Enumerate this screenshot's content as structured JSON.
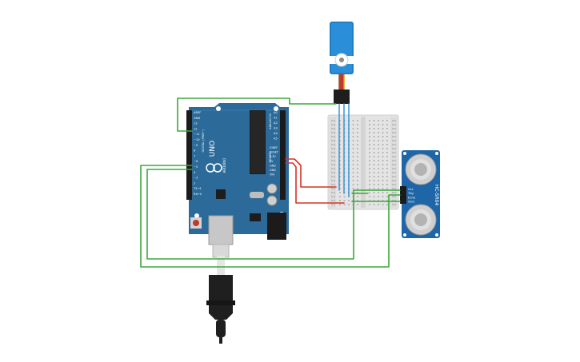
{
  "arduino": {
    "model": "UNO",
    "brand": "ARDUINO",
    "digital_header_label": "DIGITAL (PWM~)",
    "analog_header_label": "ANALOG IN",
    "power_header_label": "POWER",
    "digital_pins": [
      "AREF",
      "GND",
      "13",
      "12",
      "~11",
      "~10",
      "~9",
      "8",
      "7",
      "~6",
      "~5",
      "4",
      "~3",
      "2",
      "TX→1",
      "RX←0"
    ],
    "power_pins": [
      "IOREF",
      "RESET",
      "3.3V",
      "5V",
      "GND",
      "GND",
      "VIN"
    ],
    "analog_pins": [
      "A0",
      "A1",
      "A2",
      "A3",
      "A4",
      "A5"
    ],
    "board_color": "#2b6a99"
  },
  "servo": {
    "color": "#1f7fc4"
  },
  "ultrasonic": {
    "model": "HC-SR04",
    "pins": [
      "Vcc",
      "Trig",
      "Echo",
      "Gnd"
    ],
    "board_color": "#1f66a8"
  },
  "wire_colors": {
    "green": "#3ba83b",
    "red": "#d93025",
    "blue": "#2d8fd6",
    "black": "#111111"
  }
}
